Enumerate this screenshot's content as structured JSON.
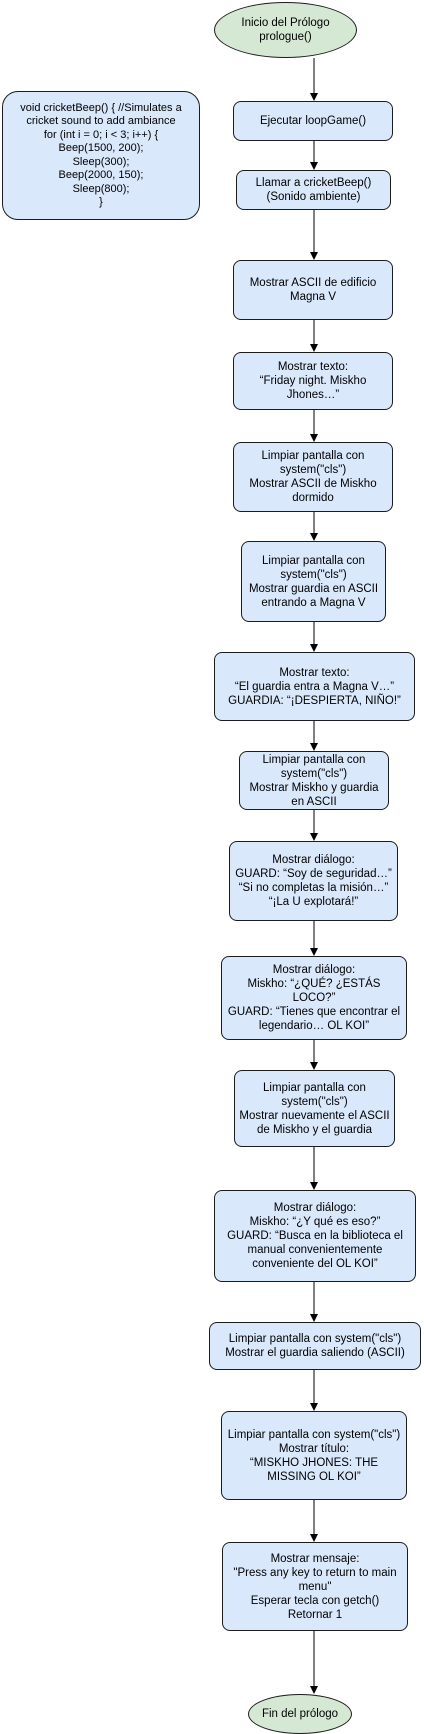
{
  "colors": {
    "process_fill": "#dae8fc",
    "terminal_fill": "#d5e8d4",
    "stroke": "#1c1c1c",
    "arrow": "#000000"
  },
  "nodes": {
    "start": "Inicio del Prólogo\nprologue()",
    "n1": "Ejecutar loopGame()",
    "n2": "Llamar a cricketBeep()\n(Sonido ambiente)",
    "n3": "Mostrar ASCII de edificio\nMagna V",
    "n4": "Mostrar texto:\n“Friday night. Miskho\nJhones…”",
    "n5": "Limpiar pantalla con\nsystem(\"cls\")\nMostrar ASCII de Miskho\ndormido",
    "n6": "Limpiar pantalla con\nsystem(\"cls\")\nMostrar guardia en ASCII\nentrando a Magna V",
    "n7": "Mostrar texto:\n“El guardia entra a Magna V…”\nGUARDIA: “¡DESPIERTA, NIÑO!”",
    "n8": "Limpiar pantalla con\nsystem(\"cls\")\nMostrar Miskho y guardia\nen ASCII",
    "n9": "Mostrar diálogo:\nGUARD: “Soy de seguridad…”\n“Si no completas la misión…”\n“¡La U explotará!”",
    "n10": "Mostrar diálogo:\nMiskho: “¿QUÉ? ¿ESTÁS\nLOCO?”\nGUARD: “Tienes que encontrar el\nlegendario… OL KOI”",
    "n11": "Limpiar pantalla con\nsystem(\"cls\")\nMostrar nuevamente el ASCII\nde Miskho y el guardia",
    "n12": "Mostrar diálogo:\nMiskho: “¿Y qué es eso?”\nGUARD: “Busca en la biblioteca el\nmanual convenientemente\nconveniente del OL KOI”",
    "n13": "Limpiar pantalla con system(\"cls\")\nMostrar el guardia saliendo (ASCII)",
    "n14": "Limpiar pantalla con system(\"cls\")\nMostrar título:\n“MISKHO JHONES: THE\nMISSING OL KOI”",
    "n15": "Mostrar mensaje:\n\"Press any key to return to main\nmenu\"\nEsperar tecla con getch()\nRetornar 1",
    "end": "Fin del prólogo",
    "code": "void cricketBeep() { //Simulates a\ncricket sound to add ambiance\nfor (int i = 0; i < 3; i++) {\nBeep(1500, 200);\nSleep(300);\nBeep(2000, 150);\nSleep(800);\n}"
  }
}
